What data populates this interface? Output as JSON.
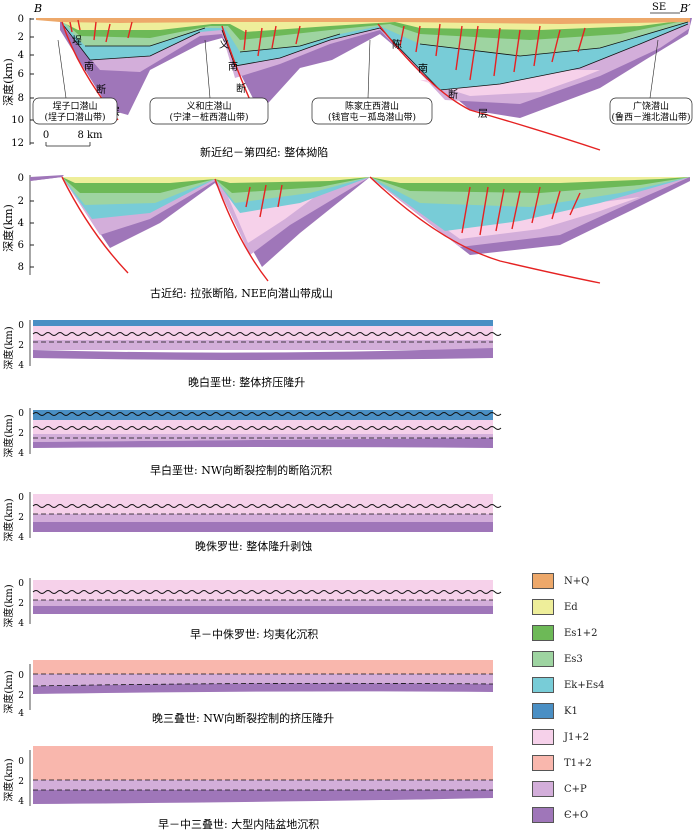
{
  "colors": {
    "NQ": "#EDA86A",
    "Ed": "#EEEE9A",
    "Es12": "#6DB957",
    "Es3": "#9ED4A1",
    "EkEs4": "#78CCD7",
    "K1": "#4A8FC4",
    "J12": "#F6D1EA",
    "T12": "#F9B7AD",
    "CP": "#D3AEDA",
    "CO": "#9F76B9",
    "fault": "#E52222"
  },
  "panel1": {
    "label_b": "B",
    "label_bp": "B′",
    "label_se": "SE",
    "axis_title": "深度(km)",
    "ticks": [
      "0",
      "2",
      "4",
      "6",
      "8",
      "10",
      "12"
    ],
    "scale_zero": "0",
    "scale_end": "8 km",
    "fault1": [
      "埕",
      "南",
      "断",
      "层"
    ],
    "fault2": [
      "义",
      "南",
      "断",
      "层"
    ],
    "fault3": [
      "陈",
      "南",
      "断",
      "层"
    ],
    "box1": [
      "埕子口潜山",
      "(埕子口潜山带)"
    ],
    "box2": [
      "义和庄潜山",
      "(宁津－桩西潜山带)"
    ],
    "box3": [
      "陈家庄西潜山",
      "(钱官屯－孤岛潜山带)"
    ],
    "box4": [
      "广饶潜山",
      "(鲁西－潍北潜山带)"
    ],
    "caption": "新近纪－第四纪: 整体拗陷"
  },
  "panel2": {
    "axis_title": "深度(km)",
    "ticks": [
      "0",
      "2",
      "4",
      "6",
      "8"
    ],
    "caption": "古近纪: 拉张断陷, NEE向潜山带成山"
  },
  "small_panels": [
    {
      "axis_title": "深度(km)",
      "ticks": [
        "0",
        "2",
        "4"
      ],
      "caption": "晚白垩世: 整体挤压隆升"
    },
    {
      "axis_title": "深度(km)",
      "ticks": [
        "0",
        "2",
        "4"
      ],
      "caption": "早白垩世: NW向断裂控制的断陷沉积"
    },
    {
      "axis_title": "深度(km)",
      "ticks": [
        "0",
        "2",
        "4"
      ],
      "caption": "晚侏罗世: 整体隆升剥蚀"
    },
    {
      "axis_title": "深度(km)",
      "ticks": [
        "0",
        "2",
        "4"
      ],
      "caption": "早－中侏罗世: 均夷化沉积"
    },
    {
      "axis_title": "深度(km)",
      "ticks": [
        "0",
        "2",
        "4"
      ],
      "caption": "晚三叠世: NW向断裂控制的挤压隆升"
    },
    {
      "axis_title": "深度(km)",
      "ticks": [
        "0",
        "2",
        "4"
      ],
      "caption": "早－中三叠世: 大型内陆盆地沉积"
    }
  ],
  "legend": [
    {
      "label": "N+Q",
      "color_key": "NQ"
    },
    {
      "label": "Ed",
      "color_key": "Ed"
    },
    {
      "label": "Es1+2",
      "color_key": "Es12"
    },
    {
      "label": "Es3",
      "color_key": "Es3"
    },
    {
      "label": "Ek+Es4",
      "color_key": "EkEs4"
    },
    {
      "label": "K1",
      "color_key": "K1"
    },
    {
      "label": "J1+2",
      "color_key": "J12"
    },
    {
      "label": "T1+2",
      "color_key": "T12"
    },
    {
      "label": "C+P",
      "color_key": "CP"
    },
    {
      "label": "Є+O",
      "color_key": "CO"
    }
  ]
}
